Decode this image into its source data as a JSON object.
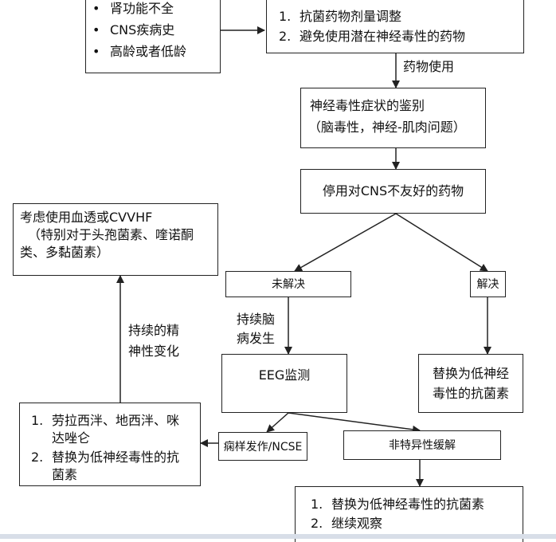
{
  "risk_factors": {
    "items": [
      "肾功能不全",
      "CNS疾病史",
      "高龄或者低龄"
    ]
  },
  "prevention": {
    "items": [
      "抗菌药物剂量调整",
      "避免使用潜在神经毒性的药物"
    ]
  },
  "labels": {
    "drug_use": "药物使用",
    "persistent_encephalopathy": [
      "持续脑",
      "病发生"
    ],
    "persistent_mental_change": [
      "持续的精",
      "神性变化"
    ]
  },
  "identify": {
    "lines": [
      "神经毒性症状的鉴别",
      "（脑毒性，神经-肌肉问题）"
    ]
  },
  "stop_drugs": {
    "text": "停用对CNS不友好的药物"
  },
  "dialysis": {
    "lines": [
      "考虑使用血透或CVVHF",
      "（特别对于头孢菌素、喹诺酮",
      "类、多黏菌素）"
    ]
  },
  "unresolved": {
    "text": "未解决"
  },
  "resolved": {
    "text": "解决"
  },
  "eeg": {
    "text": "EEG监测"
  },
  "switch_resolved": {
    "lines": [
      "替换为低神经",
      "毒性的抗菌素"
    ]
  },
  "seizure": {
    "text": "痫样发作/NCSE"
  },
  "nonspecific": {
    "text": "非特异性缓解"
  },
  "seizure_treatment": {
    "items": [
      [
        "劳拉西泮、地西泮、咪",
        "达唑仑"
      ],
      [
        "替换为低神经毒性的抗",
        "菌素"
      ]
    ]
  },
  "final": {
    "items": [
      "替换为低神经毒性的抗菌素",
      "继续观察"
    ]
  },
  "colors": {
    "stroke": "#222222",
    "background": "#ffffff"
  }
}
